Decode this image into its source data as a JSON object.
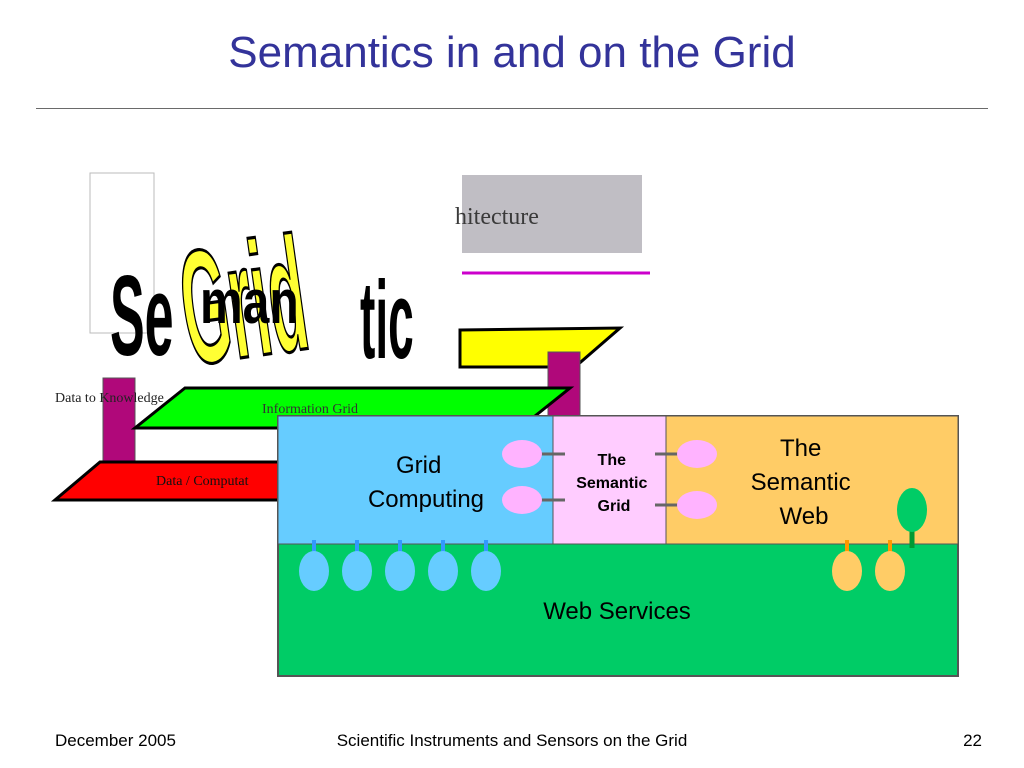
{
  "slide": {
    "title": "Semantics in and on the Grid",
    "footer_left": "December 2005",
    "footer_center": "Scientific Instruments and Sensors on the Grid",
    "footer_right": "22"
  },
  "background_diagram": {
    "header_fragment": "hitecture",
    "layer_labels": [
      "Data to Knowledge",
      "Information Grid",
      "Data / Computat"
    ],
    "colors": {
      "knowledge_layer": "#ffff00",
      "information_layer": "#00ff00",
      "data_layer": "#ff0000",
      "pillar": "#b0087a"
    }
  },
  "overlay_art": {
    "word_semantic": [
      "Se",
      "man",
      "tic"
    ],
    "word_grid": "Grid",
    "colors": {
      "semantic": "#000000",
      "grid": "#ffff33"
    }
  },
  "venn": {
    "grid_computing": "Grid Computing",
    "grid_computing_lines": [
      "Grid",
      "Computing"
    ],
    "semantic_grid_lines": [
      "The",
      "Semantic",
      "Grid"
    ],
    "semantic_web_lines": [
      "The",
      "Semantic",
      "Web"
    ],
    "web_services": "Web Services",
    "colors": {
      "grid_computing": "#66ccff",
      "semantic_grid": "#ffccff",
      "semantic_web": "#ffcc66",
      "web_services": "#00cc66",
      "connector_pink": "#ffb3ff",
      "connector_blue": "#66ccff",
      "connector_orange": "#ffcc66"
    }
  }
}
